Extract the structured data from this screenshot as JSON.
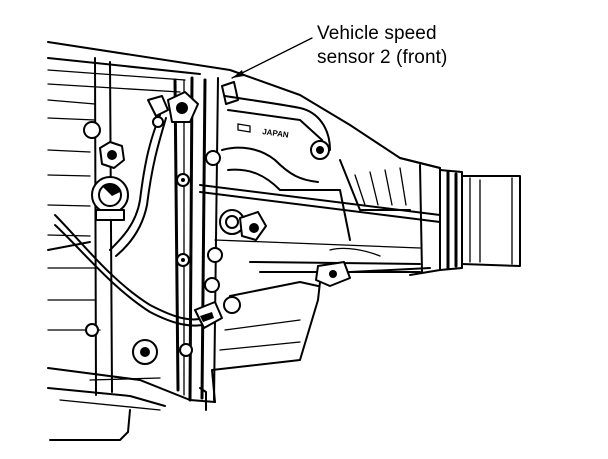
{
  "callout": {
    "line1": "Vehicle speed",
    "line2": "sensor 2 (front)"
  },
  "casting_mark": "JAPAN"
}
